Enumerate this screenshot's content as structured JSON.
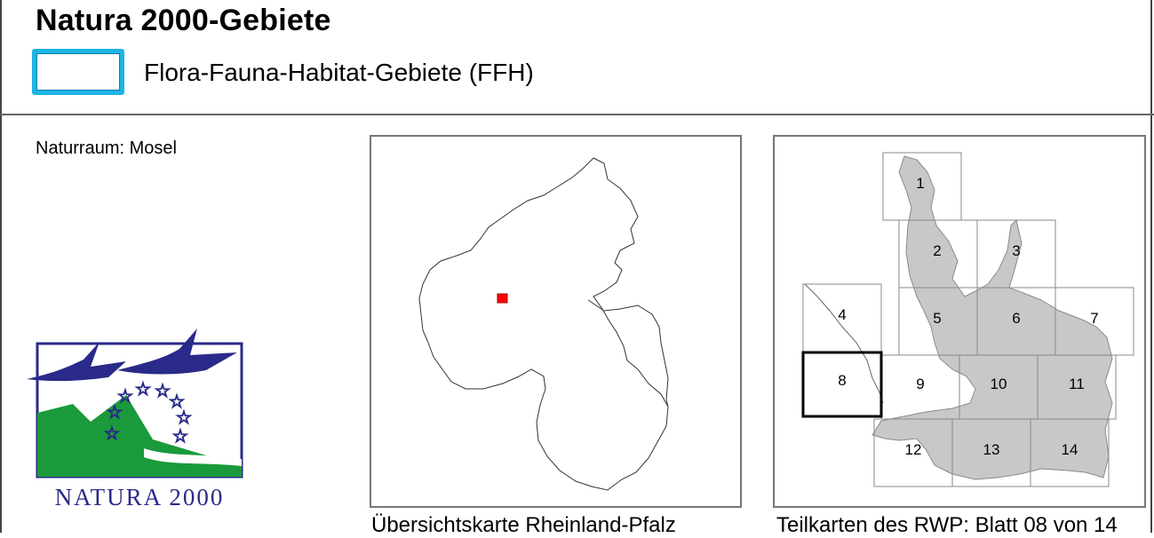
{
  "header": {
    "title": "Natura 2000-Gebiete",
    "legend_label": "Flora-Fauna-Habitat-Gebiete (FFH)"
  },
  "colors": {
    "ffh_border": "#1eb4e6",
    "marker": "#ff0000",
    "sheet_fill": "#c8c8c8",
    "logo_blue": "#2a2a8a",
    "logo_green": "#1a9a3a"
  },
  "region_label": "Naturraum: Mosel",
  "logo": {
    "text": "NATURA 2000"
  },
  "overview_map": {
    "caption": "Übersichtskarte Rheinland-Pfalz"
  },
  "sheet_map": {
    "caption": "Teilkarten des RWP: Blatt 08 von 14",
    "sheets": [
      "1",
      "2",
      "3",
      "4",
      "5",
      "6",
      "7",
      "8",
      "9",
      "10",
      "11",
      "12",
      "13",
      "14"
    ],
    "selected_sheet": "8"
  }
}
